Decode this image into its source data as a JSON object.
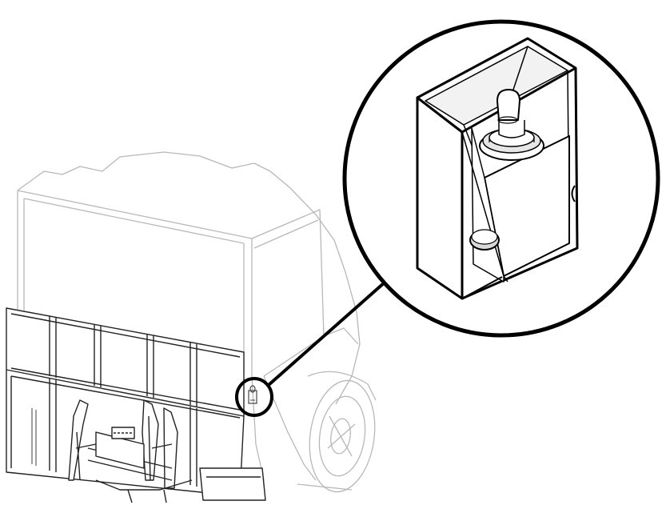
{
  "illustration": {
    "subject": "truck-with-liftgate-control-switch",
    "components": {
      "truck_body": "truck-body",
      "liftgate": "liftgate-platform",
      "switch_location": "switch-location-marker",
      "callout": "magnified-detail-callout",
      "switch_box": "toggle-switch-box",
      "toggle": "toggle-switch"
    },
    "colors": {
      "background": "#ffffff",
      "heavy_line": "#000000",
      "light_line": "#b8b8b8",
      "mid_line": "#555555",
      "fill_gray": "#d9d9d9"
    }
  }
}
